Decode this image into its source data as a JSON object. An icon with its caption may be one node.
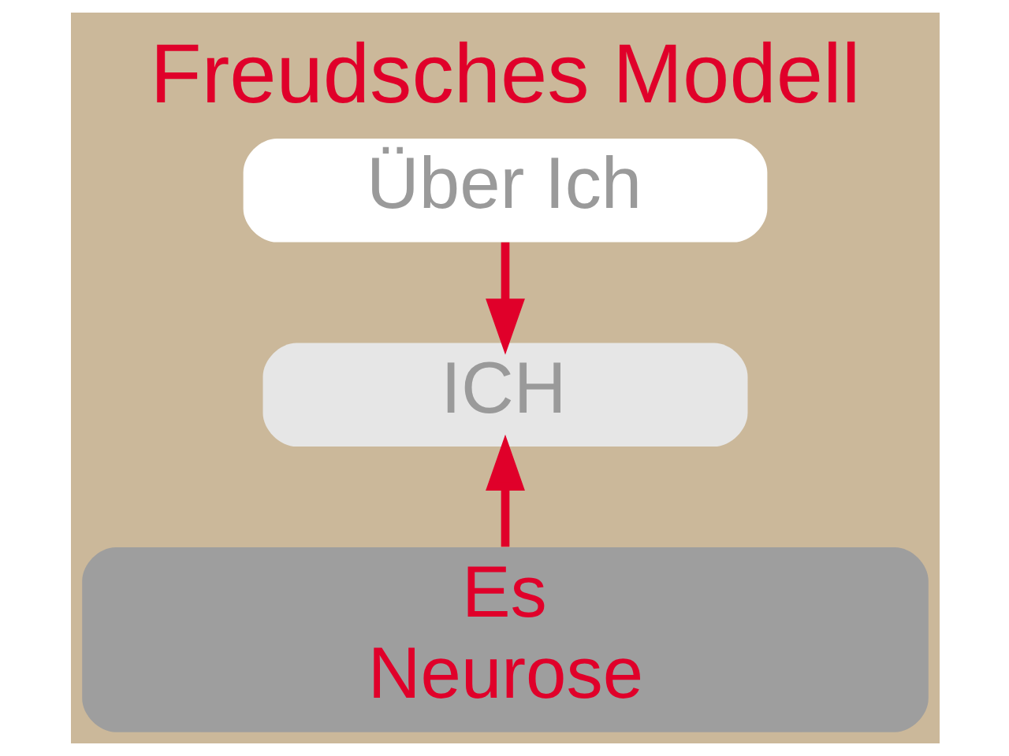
{
  "diagram": {
    "title": "Freudsches Modell",
    "nodes": [
      {
        "text": [
          "Über Ich"
        ]
      },
      {
        "text": [
          "ICH"
        ]
      },
      {
        "text": [
          "Es",
          "Neurose"
        ]
      }
    ],
    "edges": [
      {
        "from": 0,
        "to": 1,
        "arrow": "to"
      },
      {
        "from": 2,
        "to": 1,
        "arrow": "to"
      }
    ]
  }
}
